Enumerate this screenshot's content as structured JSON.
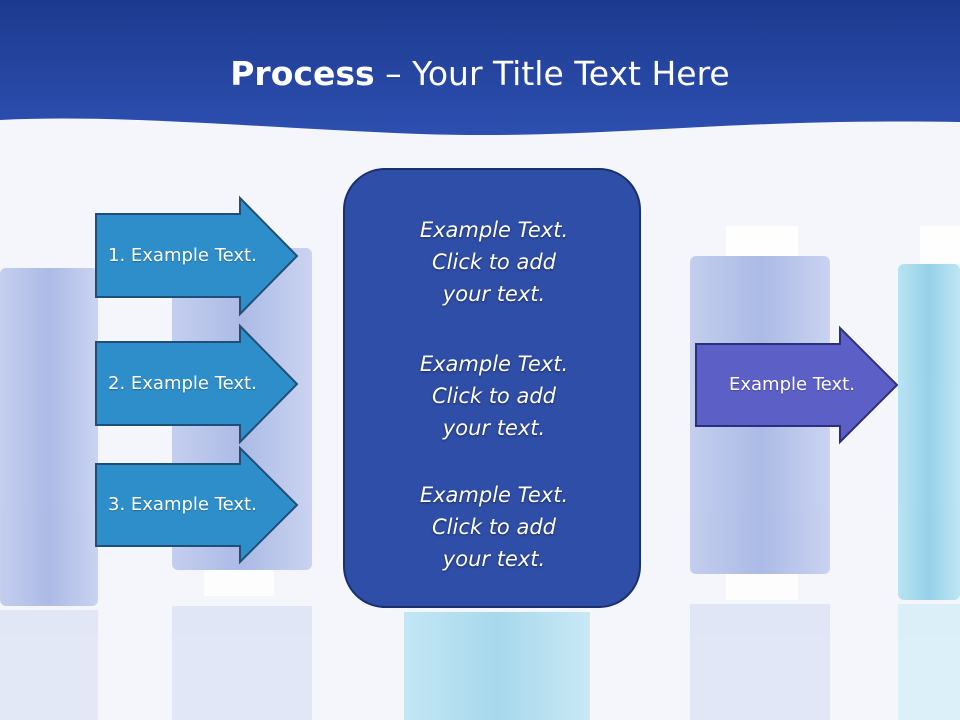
{
  "title": {
    "bold": "Process",
    "rest": " – Your Title Text Here"
  },
  "left_arrows": [
    {
      "label": "1. Example Text."
    },
    {
      "label": "2. Example Text."
    },
    {
      "label": "3. Example Text."
    }
  ],
  "center_box": {
    "blocks": [
      {
        "lines": [
          "Example Text.",
          "Click  to add",
          "your text."
        ]
      },
      {
        "lines": [
          "Example Text.",
          "Click  to add",
          "your text."
        ]
      },
      {
        "lines": [
          "Example Text.",
          "Click  to add",
          "your text."
        ]
      }
    ]
  },
  "right_arrow": {
    "label": "Example Text."
  },
  "colors": {
    "header": "#2a4aa6",
    "left_arrow_fill": "#2e8ec9",
    "center_box_fill": "#2f4ea7",
    "right_arrow_fill": "#5c5fc6"
  }
}
